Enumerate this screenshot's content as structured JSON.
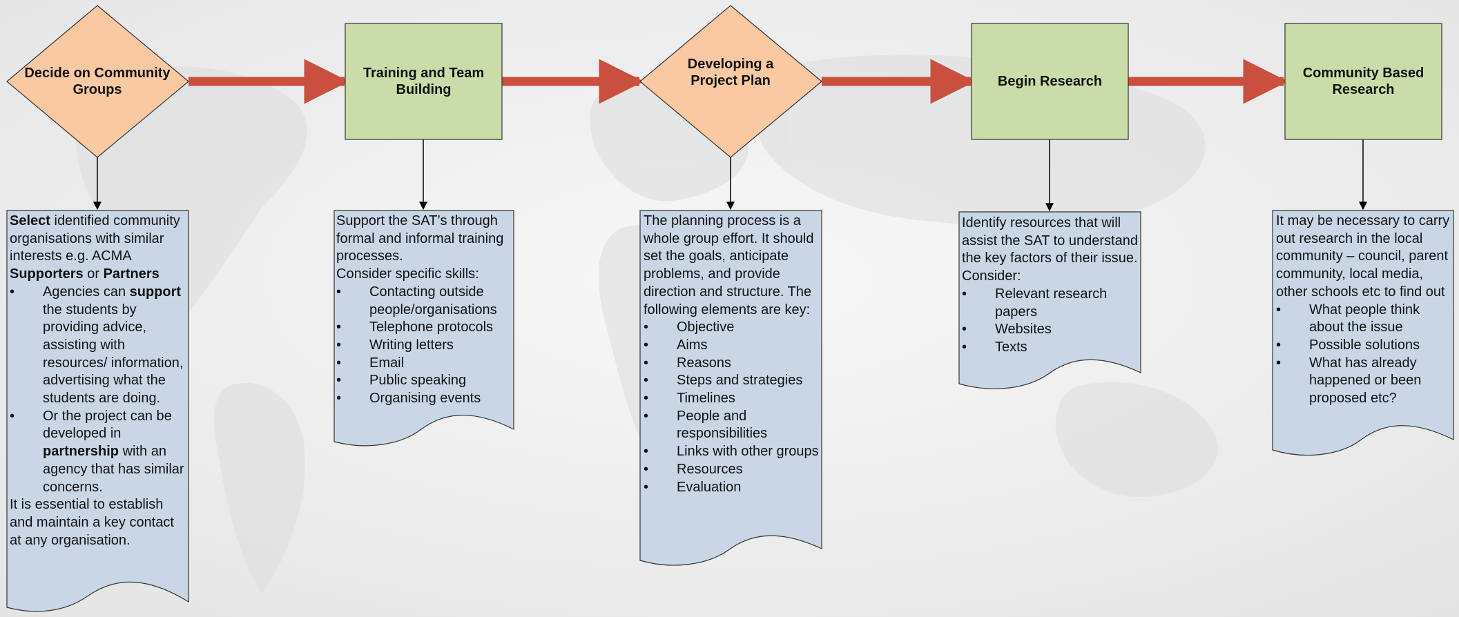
{
  "colors": {
    "decision_fill": "#f9c9a1",
    "process_fill": "#cadca8",
    "document_fill": "#c9d6e6",
    "arrow": "#c9503e",
    "connector": "#000000"
  },
  "nodes": [
    {
      "label": "Decide on Community Groups",
      "shape": "diamond"
    },
    {
      "label": "Training and Team Building",
      "shape": "rectangle"
    },
    {
      "label": "Developing a Project Plan",
      "shape": "diamond"
    },
    {
      "label": "Begin Research",
      "shape": "rectangle"
    },
    {
      "label": "Community Based Research",
      "shape": "rectangle"
    }
  ],
  "documents": [
    {
      "select_word": "Select",
      "select_rest": " identified community organisations with similar interests e.g. ACMA",
      "supporters": "Supporters",
      "or_word": " or ",
      "partners": "Partners",
      "item1_a": "Agencies can ",
      "item1_b": "support",
      "item1_c": " the students by providing advice, assisting with resources/ information, advertising what the students are doing.",
      "item2_a": "Or the project can be developed in ",
      "item2_b": "partnership",
      "item2_c": " with an agency that has similar concerns.",
      "closing": "It is essential to establish and maintain a key contact at any organisation."
    },
    {
      "intro": "Support the SAT’s through formal and informal training processes.",
      "consider": "Consider specific skills:",
      "items": [
        "Contacting outside people/organisations",
        "Telephone protocols",
        "Writing letters",
        "Email",
        "Public speaking",
        "Organising events"
      ]
    },
    {
      "intro": "The planning process is a whole group effort. It should set the goals, anticipate problems, and provide direction and structure. The following elements are key:",
      "items": [
        "Objective",
        "Aims",
        "Reasons",
        "Steps and strategies",
        "Timelines",
        "People and responsibilities",
        "Links with other groups",
        "Resources",
        "Evaluation"
      ]
    },
    {
      "intro": "Identify resources that will assist the SAT to understand the key factors of their issue. Consider:",
      "items": [
        "Relevant research papers",
        "Websites",
        "Texts"
      ]
    },
    {
      "intro": "It may be necessary to carry out research in the local community – council, parent community, local media, other schools etc to find out",
      "items": [
        "What people think about the issue",
        "Possible solutions",
        "What has already happened or been proposed etc?"
      ]
    }
  ]
}
